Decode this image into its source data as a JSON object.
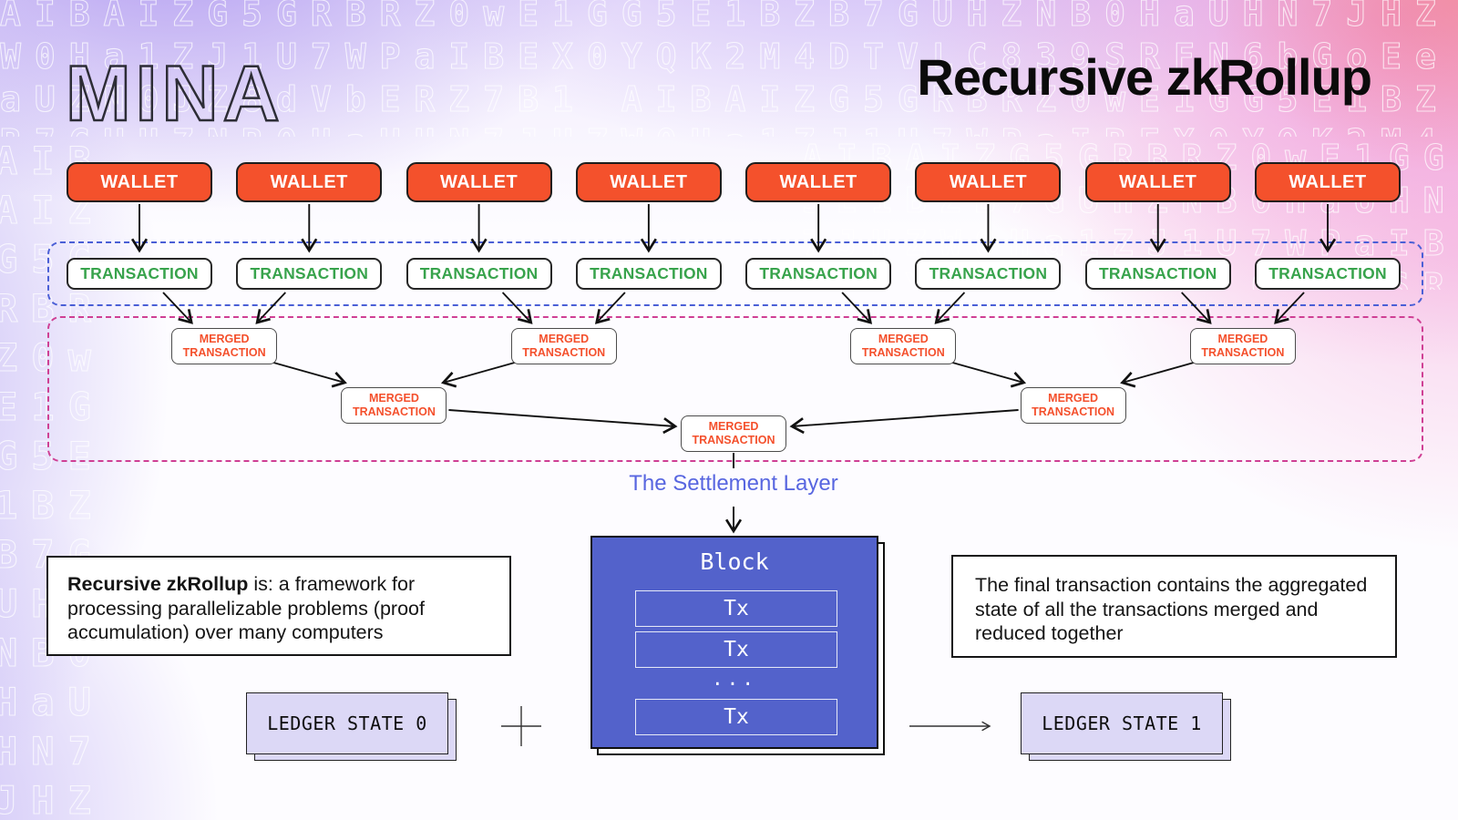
{
  "logo_text": "MINA",
  "title": "Recursive zkRollup",
  "wallet": {
    "label": "WALLET",
    "count": 8
  },
  "transaction": {
    "label": "TRANSACTION",
    "count": 8
  },
  "merged_transaction": {
    "label": "MERGED TRANSACTION",
    "count": 7
  },
  "settlement_label": "The Settlement Layer",
  "block": {
    "title": "Block",
    "tx_label": "Tx",
    "tx_count": 3,
    "ellipsis": "..."
  },
  "notes": {
    "left_lead": "Recursive zkRollup",
    "left_body": " is: a framework for processing parallelizable problems (proof accumulation) over many computers",
    "right": "The final transaction contains the aggregated state of all the transactions merged and reduced together"
  },
  "ledger": {
    "state0": "LEDGER STATE 0",
    "state1": "LEDGER STATE 1"
  },
  "colors": {
    "wallet_fill": "#f4512c",
    "transaction_text": "#38a34c",
    "merged_text": "#f4502c",
    "block_fill": "#5362cb",
    "ledger_fill": "#dcd8f6",
    "settlement_text": "#5866e0",
    "dashed_blue": "#4a5fd6",
    "dashed_pink": "#cf3f94",
    "arrow": "#111111"
  },
  "background_glyphs": "AIBAIZG5GRBRZ0wE1GG5E1BZB7GUHZNB0HaUHN7JHZW0Ha1ZJ1U7WPaIBEX0YQK2M4DTVLC839SRFN6bGoEeaUZN0JZ8dVbERZ7B1"
}
